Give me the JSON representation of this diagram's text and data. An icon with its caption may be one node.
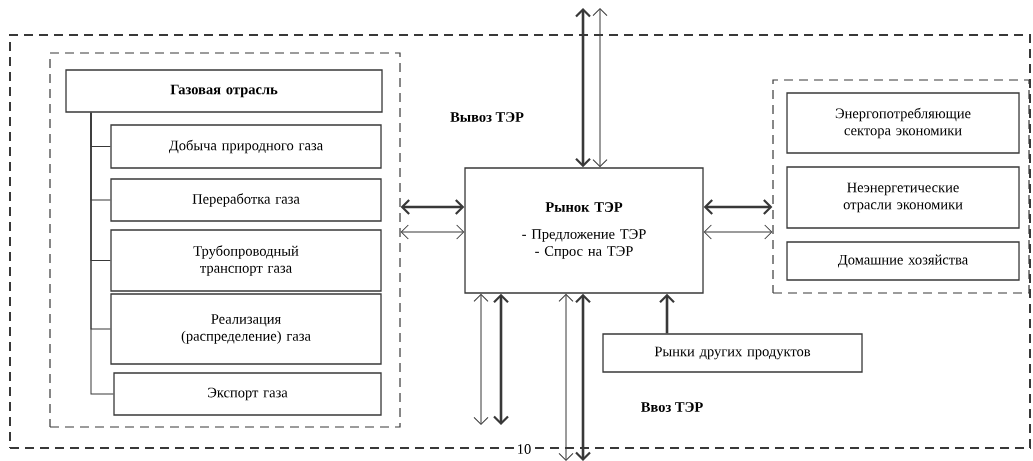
{
  "diagram": {
    "nodes": [
      {
        "text": [],
        "shape": "box"
      },
      {
        "text": [],
        "shape": "box",
        "in": 0
      },
      {
        "text": [
          "Газовая отрасль"
        ],
        "in": 1
      },
      {
        "text": [
          "Добыча природного газа"
        ],
        "in": 1
      },
      {
        "text": [
          "Переработка газа"
        ],
        "in": 1
      },
      {
        "text": [
          "Трубопроводный транспорт газа"
        ],
        "in": 1
      },
      {
        "text": [
          "Реализация (распределение) газа"
        ],
        "in": 1
      },
      {
        "text": [
          "Экспорт газа"
        ],
        "in": 1
      },
      {
        "text": [
          "Рынок ТЭР",
          "- Предложение ТЭР",
          "- Спрос на ТЭР"
        ],
        "in": 0
      },
      {
        "text": [],
        "shape": "box",
        "in": 0
      },
      {
        "text": [
          "Энергопотребляющие сектора экономики"
        ],
        "in": 9
      },
      {
        "text": [
          "Неэнергетические отрасли экономики"
        ],
        "in": 9
      },
      {
        "text": [
          "Домашние хозяйства"
        ],
        "in": 9
      },
      {
        "text": [
          "Рынки других продуктов"
        ],
        "in": 0
      }
    ],
    "edges": [
      {
        "from": 2,
        "to": 3,
        "arrow": "none"
      },
      {
        "from": 2,
        "to": 4,
        "arrow": "none"
      },
      {
        "from": 2,
        "to": 5,
        "arrow": "none"
      },
      {
        "from": 2,
        "to": 6,
        "arrow": "none"
      },
      {
        "from": 2,
        "to": 7,
        "arrow": "none"
      },
      {
        "from": 1,
        "to": 8,
        "arrow": "both",
        "style": "thick"
      },
      {
        "from": 1,
        "to": 8,
        "arrow": "both"
      },
      {
        "from": 8,
        "to": 9,
        "arrow": "both",
        "style": "thick"
      },
      {
        "from": 8,
        "to": 9,
        "arrow": "both"
      },
      {
        "from": null,
        "to": 8,
        "arrow": "both",
        "style": "thick"
      },
      {
        "from": null,
        "to": 8,
        "arrow": "both"
      },
      {
        "from": 8,
        "to": null,
        "arrow": "both"
      },
      {
        "from": 8,
        "to": null,
        "arrow": "both",
        "style": "thick"
      },
      {
        "from": 8,
        "to": null,
        "arrow": "both"
      },
      {
        "from": 8,
        "to": null,
        "arrow": "both",
        "style": "thick"
      },
      {
        "from": 13,
        "to": 8,
        "arrow": "to",
        "style": "thick"
      }
    ],
    "labels": [
      "Вывоз ТЭР",
      "Ввоз ТЭР",
      "10"
    ]
  }
}
